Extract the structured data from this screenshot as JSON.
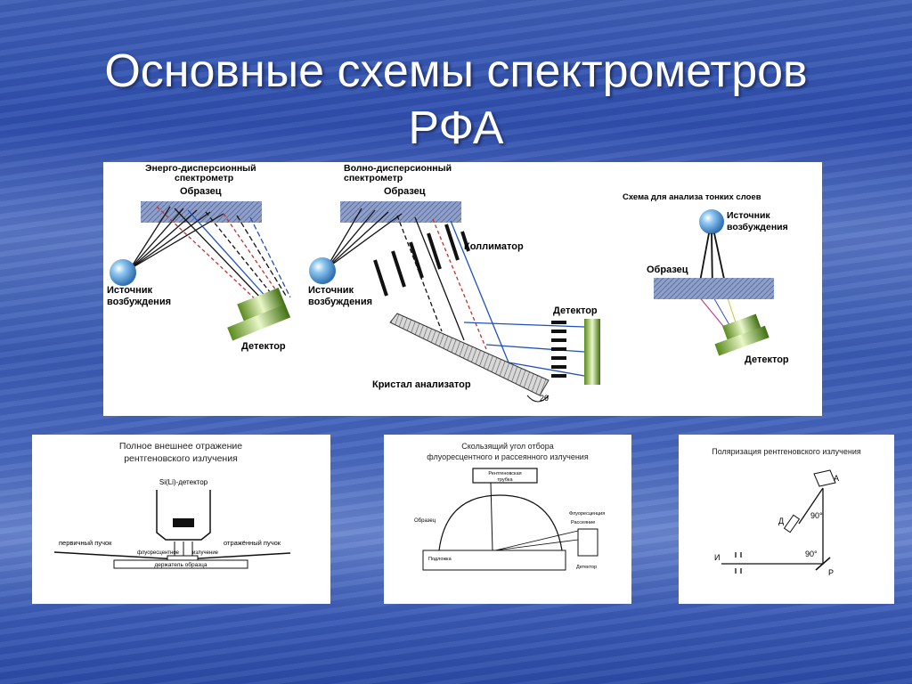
{
  "title_line1": "Основные схемы спектрометров",
  "title_line2": "РФА",
  "main": {
    "ed_title1": "Энерго-дисперсионный",
    "ed_title2": "спектрометр",
    "ed_sample": "Образец",
    "ed_source1": "Источник",
    "ed_source2": "возбуждения",
    "ed_detector": "Детектор",
    "wd_title1": "Волно-дисперсионный",
    "wd_title2": "спектрометр",
    "wd_sample": "Образец",
    "wd_collimator": "Коллиматор",
    "wd_source1": "Источник",
    "wd_source2": "возбуждения",
    "wd_detector": "Детектор",
    "wd_crystal": "Кристал анализатор",
    "wd_angle": "2θ",
    "tl_title": "Схема для анализа тонких слоев",
    "tl_source1": "Источник",
    "tl_source2": "возбуждения",
    "tl_sample": "Образец",
    "tl_detector": "Детектор"
  },
  "txrf": {
    "title1": "Полное внешнее отражение",
    "title2": "рентгеновского излучения",
    "detector": "Si(Li)-детектор",
    "primary": "первичный пучок",
    "reflected": "отражённый пучок",
    "fluor": "флуоресцентное",
    "radiation": "излучение",
    "holder": "держатель образца"
  },
  "graze": {
    "title1": "Скользящий угол отбора",
    "title2": "флуоресцентного и рассеянного излучения",
    "tube1": "Рентгеновская",
    "tube2": "трубка",
    "sample": "Образец",
    "fluor": "Флуоресценция",
    "scatter": "Рассеяние",
    "substrate": "Подложка",
    "detector": "Детектор"
  },
  "polar": {
    "title": "Поляризация рентгеновского излучения",
    "label_a": "А",
    "label_d": "Д",
    "label_i": "И",
    "label_p": "Р",
    "angle1": "90°",
    "angle2": "90°"
  }
}
